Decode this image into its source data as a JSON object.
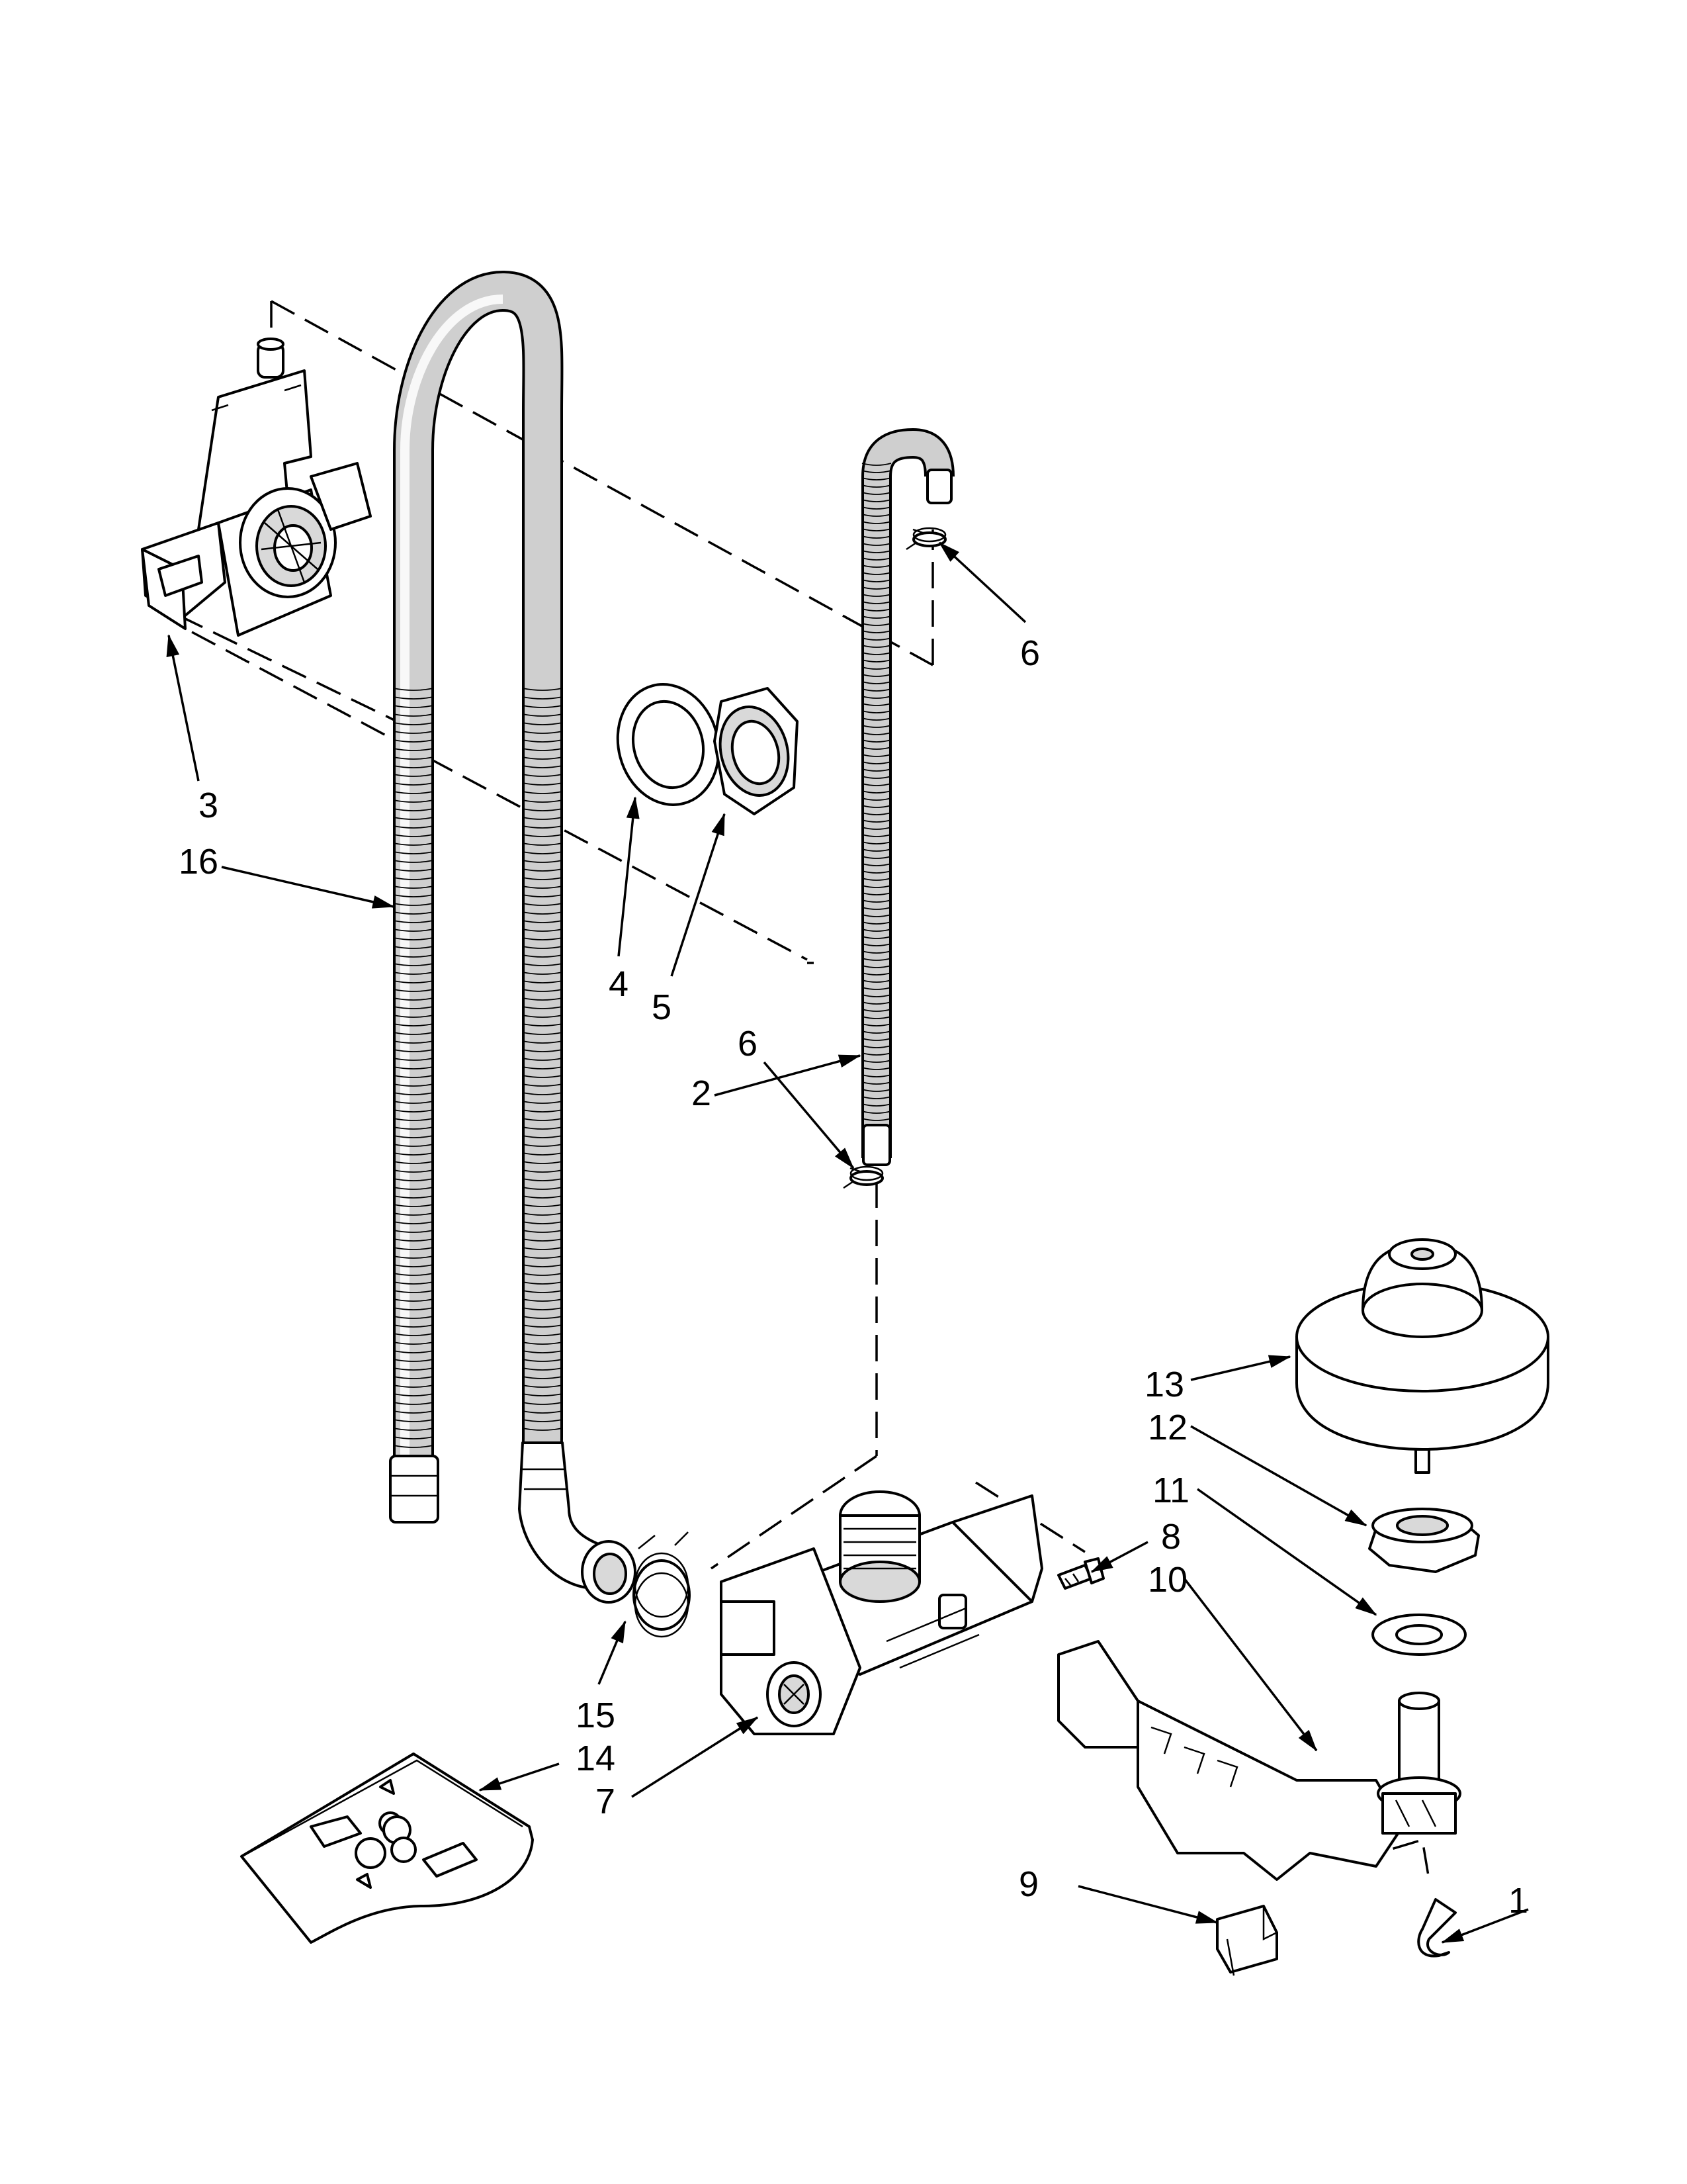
{
  "callouts": [
    {
      "id": "c1",
      "label": "1"
    },
    {
      "id": "c2",
      "label": "2"
    },
    {
      "id": "c3",
      "label": "3"
    },
    {
      "id": "c4",
      "label": "4"
    },
    {
      "id": "c5",
      "label": "5"
    },
    {
      "id": "c6a",
      "label": "6"
    },
    {
      "id": "c6b",
      "label": "6"
    },
    {
      "id": "c7",
      "label": "7"
    },
    {
      "id": "c8",
      "label": "8"
    },
    {
      "id": "c9",
      "label": "9"
    },
    {
      "id": "c10",
      "label": "10"
    },
    {
      "id": "c11",
      "label": "11"
    },
    {
      "id": "c12",
      "label": "12"
    },
    {
      "id": "c13",
      "label": "13"
    },
    {
      "id": "c14",
      "label": "14"
    },
    {
      "id": "c15",
      "label": "15"
    },
    {
      "id": "c16",
      "label": "16"
    }
  ]
}
